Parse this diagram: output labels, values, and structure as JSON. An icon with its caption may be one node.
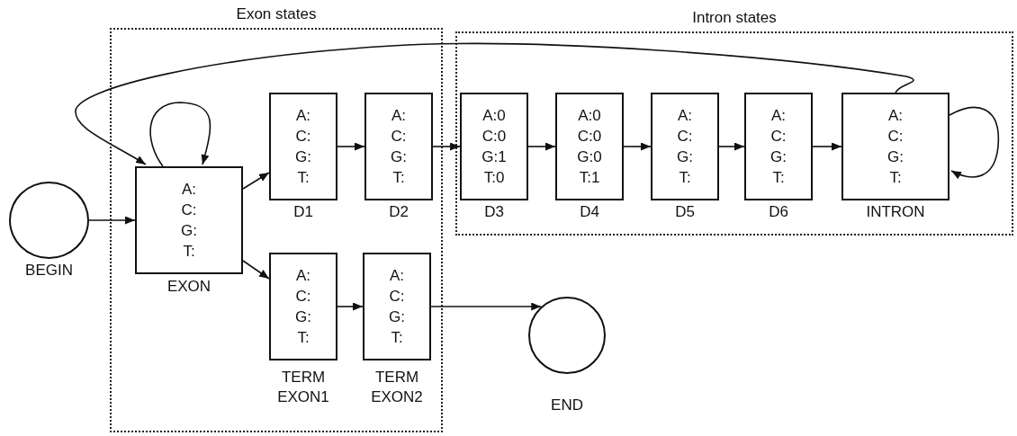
{
  "diagram": {
    "nodes": [
      {
        "text": [
          "Exon states"
        ]
      },
      {
        "text": [
          "Intron states"
        ]
      },
      {
        "text": [],
        "shape": "circle",
        "beside": [
          "BEGIN"
        ]
      },
      {
        "text": [
          "A:",
          "C:",
          "G:",
          "T:"
        ],
        "in": 0,
        "beside": [
          "EXON"
        ]
      },
      {
        "text": [
          "A:",
          "C:",
          "G:",
          "T:"
        ],
        "in": 0,
        "beside": [
          "D1"
        ]
      },
      {
        "text": [
          "A:",
          "C:",
          "G:",
          "T:"
        ],
        "in": 0,
        "beside": [
          "D2"
        ]
      },
      {
        "text": [
          "A:",
          "C:",
          "G:",
          "T:"
        ],
        "in": 0,
        "beside": [
          "TERM EXON1"
        ]
      },
      {
        "text": [
          "A:",
          "C:",
          "G:",
          "T:"
        ],
        "in": 0,
        "beside": [
          "TERM EXON2"
        ]
      },
      {
        "text": [
          "A:0",
          "C:0",
          "G:1",
          "T:0"
        ],
        "in": 1,
        "beside": [
          "D3"
        ]
      },
      {
        "text": [
          "A:0",
          "C:0",
          "G:0",
          "T:1"
        ],
        "in": 1,
        "beside": [
          "D4"
        ]
      },
      {
        "text": [
          "A:",
          "C:",
          "G:",
          "T:"
        ],
        "in": 1,
        "beside": [
          "D5"
        ]
      },
      {
        "text": [
          "A:",
          "C:",
          "G:",
          "T:"
        ],
        "in": 1,
        "beside": [
          "D6"
        ]
      },
      {
        "text": [
          "A:",
          "C:",
          "G:",
          "T:"
        ],
        "in": 1,
        "beside": [
          "INTRON"
        ]
      },
      {
        "text": [],
        "shape": "circle",
        "beside": [
          "END"
        ]
      }
    ],
    "edges": [
      {
        "from": 2,
        "to": 3,
        "arrow": "to"
      },
      {
        "from": 3,
        "to": 3,
        "arrow": "to"
      },
      {
        "from": 12,
        "to": 3,
        "arrow": "to"
      },
      {
        "from": 3,
        "to": 4,
        "arrow": "to"
      },
      {
        "from": 3,
        "to": 6,
        "arrow": "to"
      },
      {
        "from": 4,
        "to": 5,
        "arrow": "to"
      },
      {
        "from": 5,
        "to": 8,
        "arrow": "to"
      },
      {
        "from": 8,
        "to": 9,
        "arrow": "to"
      },
      {
        "from": 9,
        "to": 10,
        "arrow": "to"
      },
      {
        "from": 10,
        "to": 11,
        "arrow": "to"
      },
      {
        "from": 11,
        "to": 12,
        "arrow": "to"
      },
      {
        "from": 12,
        "to": 12,
        "arrow": "to"
      },
      {
        "from": 6,
        "to": 7,
        "arrow": "to"
      },
      {
        "from": 7,
        "to": 13,
        "arrow": "to"
      }
    ]
  }
}
